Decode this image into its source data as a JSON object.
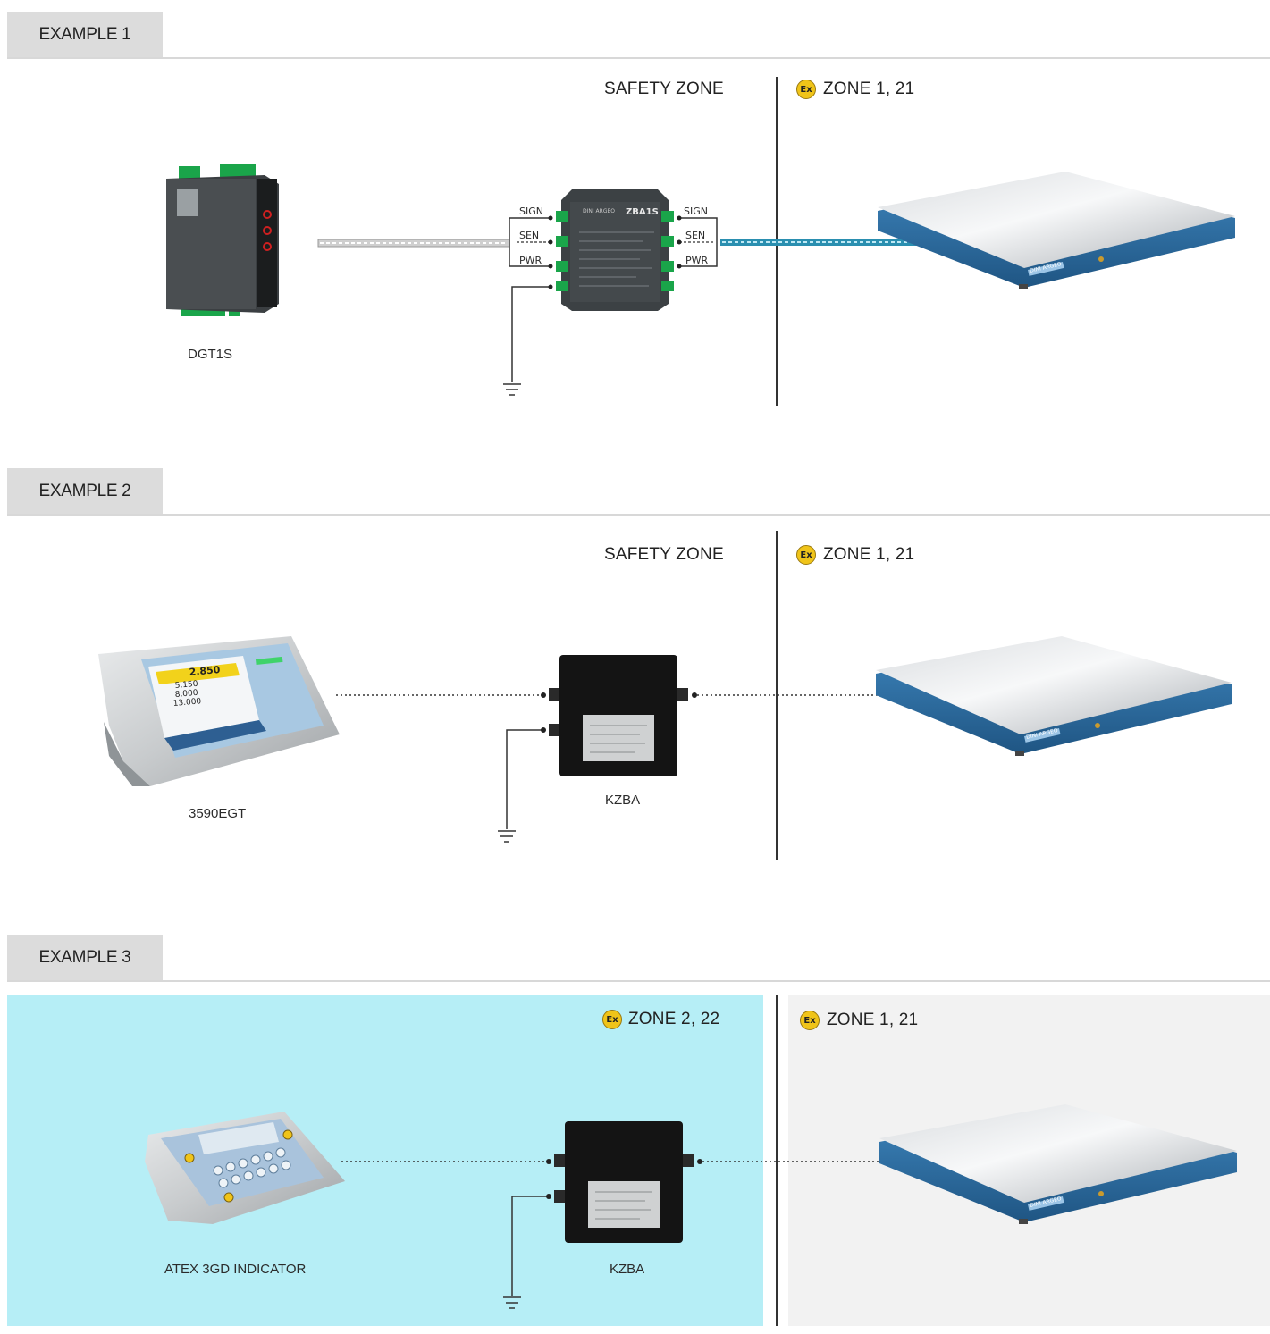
{
  "examples": [
    {
      "title": "EXAMPLE 1",
      "left_zone": "SAFETY ZONE",
      "right_zone": "ZONE 1, 21",
      "indicator": "DGT1S",
      "barrier": {
        "brand": "DINI ARGEO",
        "model": "ZBA1S",
        "left_terminals": [
          "SIGN",
          "SEN",
          "PWR"
        ],
        "right_terminals": [
          "SIGN",
          "SEN",
          "PWR"
        ]
      }
    },
    {
      "title": "EXAMPLE 2",
      "left_zone": "SAFETY ZONE",
      "right_zone": "ZONE 1, 21",
      "indicator": "3590EGT",
      "indicator_display": [
        "2.850",
        "5.150",
        "8.000",
        "13.000"
      ],
      "junction_box": "KZBA"
    },
    {
      "title": "EXAMPLE 3",
      "left_zone": "ZONE 2, 22",
      "right_zone": "ZONE 1, 21",
      "indicator": "ATEX 3GD INDICATOR",
      "junction_box": "KZBA"
    }
  ],
  "ex_symbol": "Ex",
  "scale_brand": "DINI ARGEO",
  "colors": {
    "tab_bg": "#dcdcdc",
    "zone_2_bg": "#b6eef6",
    "zone_1_bg": "#f2f2f2",
    "ex_yellow": "#f0c419",
    "cable_blue": "#2a8fb0",
    "connector_green": "#1aa54a",
    "scale_blue": "#2d6fa6"
  },
  "icons": [
    "ex-icon",
    "ground-icon"
  ]
}
